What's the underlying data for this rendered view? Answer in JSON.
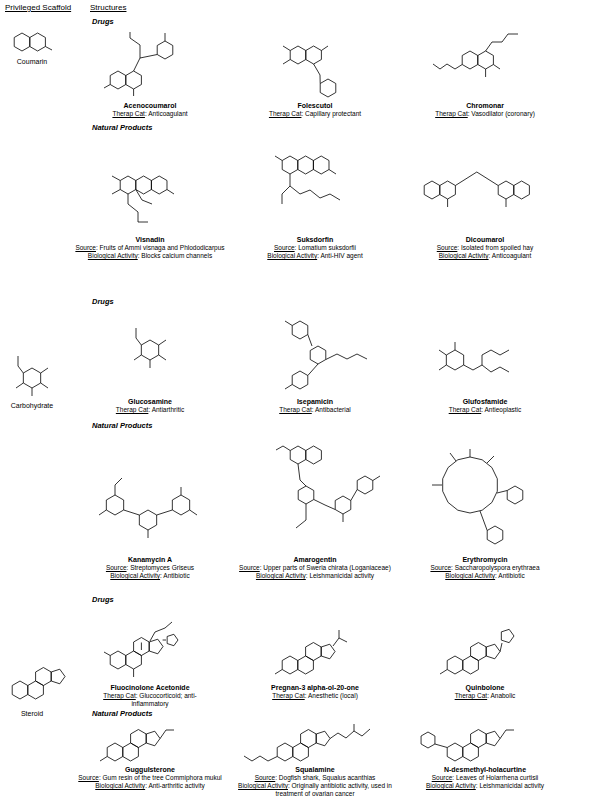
{
  "diagram": {
    "labels": [
      "Privileged Scaffold",
      "Structures",
      "Drugs",
      "Acenocoumarol",
      "Therap Cat: Anticoagulant",
      "Folescutol",
      "Therap Cat: Capillary protectant",
      "Chromonar",
      "Therap Cat: Vasodilator (coronary)",
      "Coumarin",
      "Natural Products",
      "Visnadin",
      "Source: Fruits of Ammi visnaga and Phlododicarpus",
      "Biological Activity: Blocks calcium channels",
      "Suksdorfin",
      "Source: Lomatium suksdorfii",
      "Biological Activity: Anti-HIV agent",
      "Dicoumarol",
      "Source: Isolated from spoiled hay",
      "Biological Activity: Anticoagulant",
      "Drugs",
      "Carbohydrate",
      "Glucosamine",
      "Therap Cat: Antiarthritic",
      "Isepamicin",
      "Therap Cat: Antibacterial",
      "Glufosfamide",
      "Therap Cat: Antieoplastic",
      "Natural Products",
      "Kanamycin A",
      "Source: Streptomyces Griseus",
      "Biological Activity: Antibiotic",
      "Amarogentin",
      "Source: Upper parts of Sweria chirata (Loganiaceae)",
      "Biological Activity: Leishmanicidal activity",
      "Erythromycin",
      "Source: Saccharopolyspora erythraea",
      "Biological Activity: Antibiotic",
      "Drugs",
      "Steroid",
      "Fluocinolone Acetonide",
      "Therap Cat: Glucocorticoid; anti-inflammatory",
      "Pregnan-3 alpha-ol-20-one",
      "Therap Cat: Anesthetic (local)",
      "Quinbolone",
      "Therap Cat: Anabolic",
      "Natural Products",
      "Guggulsterone",
      "Source: Gum resin of the tree Commiphora mukul",
      "Biological Activity: Anti-arthritic activity",
      "Squalamine",
      "Source: Dogfish shark, Squalus acanthias",
      "Biological Activity: Originally antibiotic activity, used in treatment of ovarian cancer",
      "N-desmethyl-holacurtine",
      "Source: Leaves of Holarrhena curtisii",
      "Biological Activity: Leishmanicidal activity"
    ]
  }
}
